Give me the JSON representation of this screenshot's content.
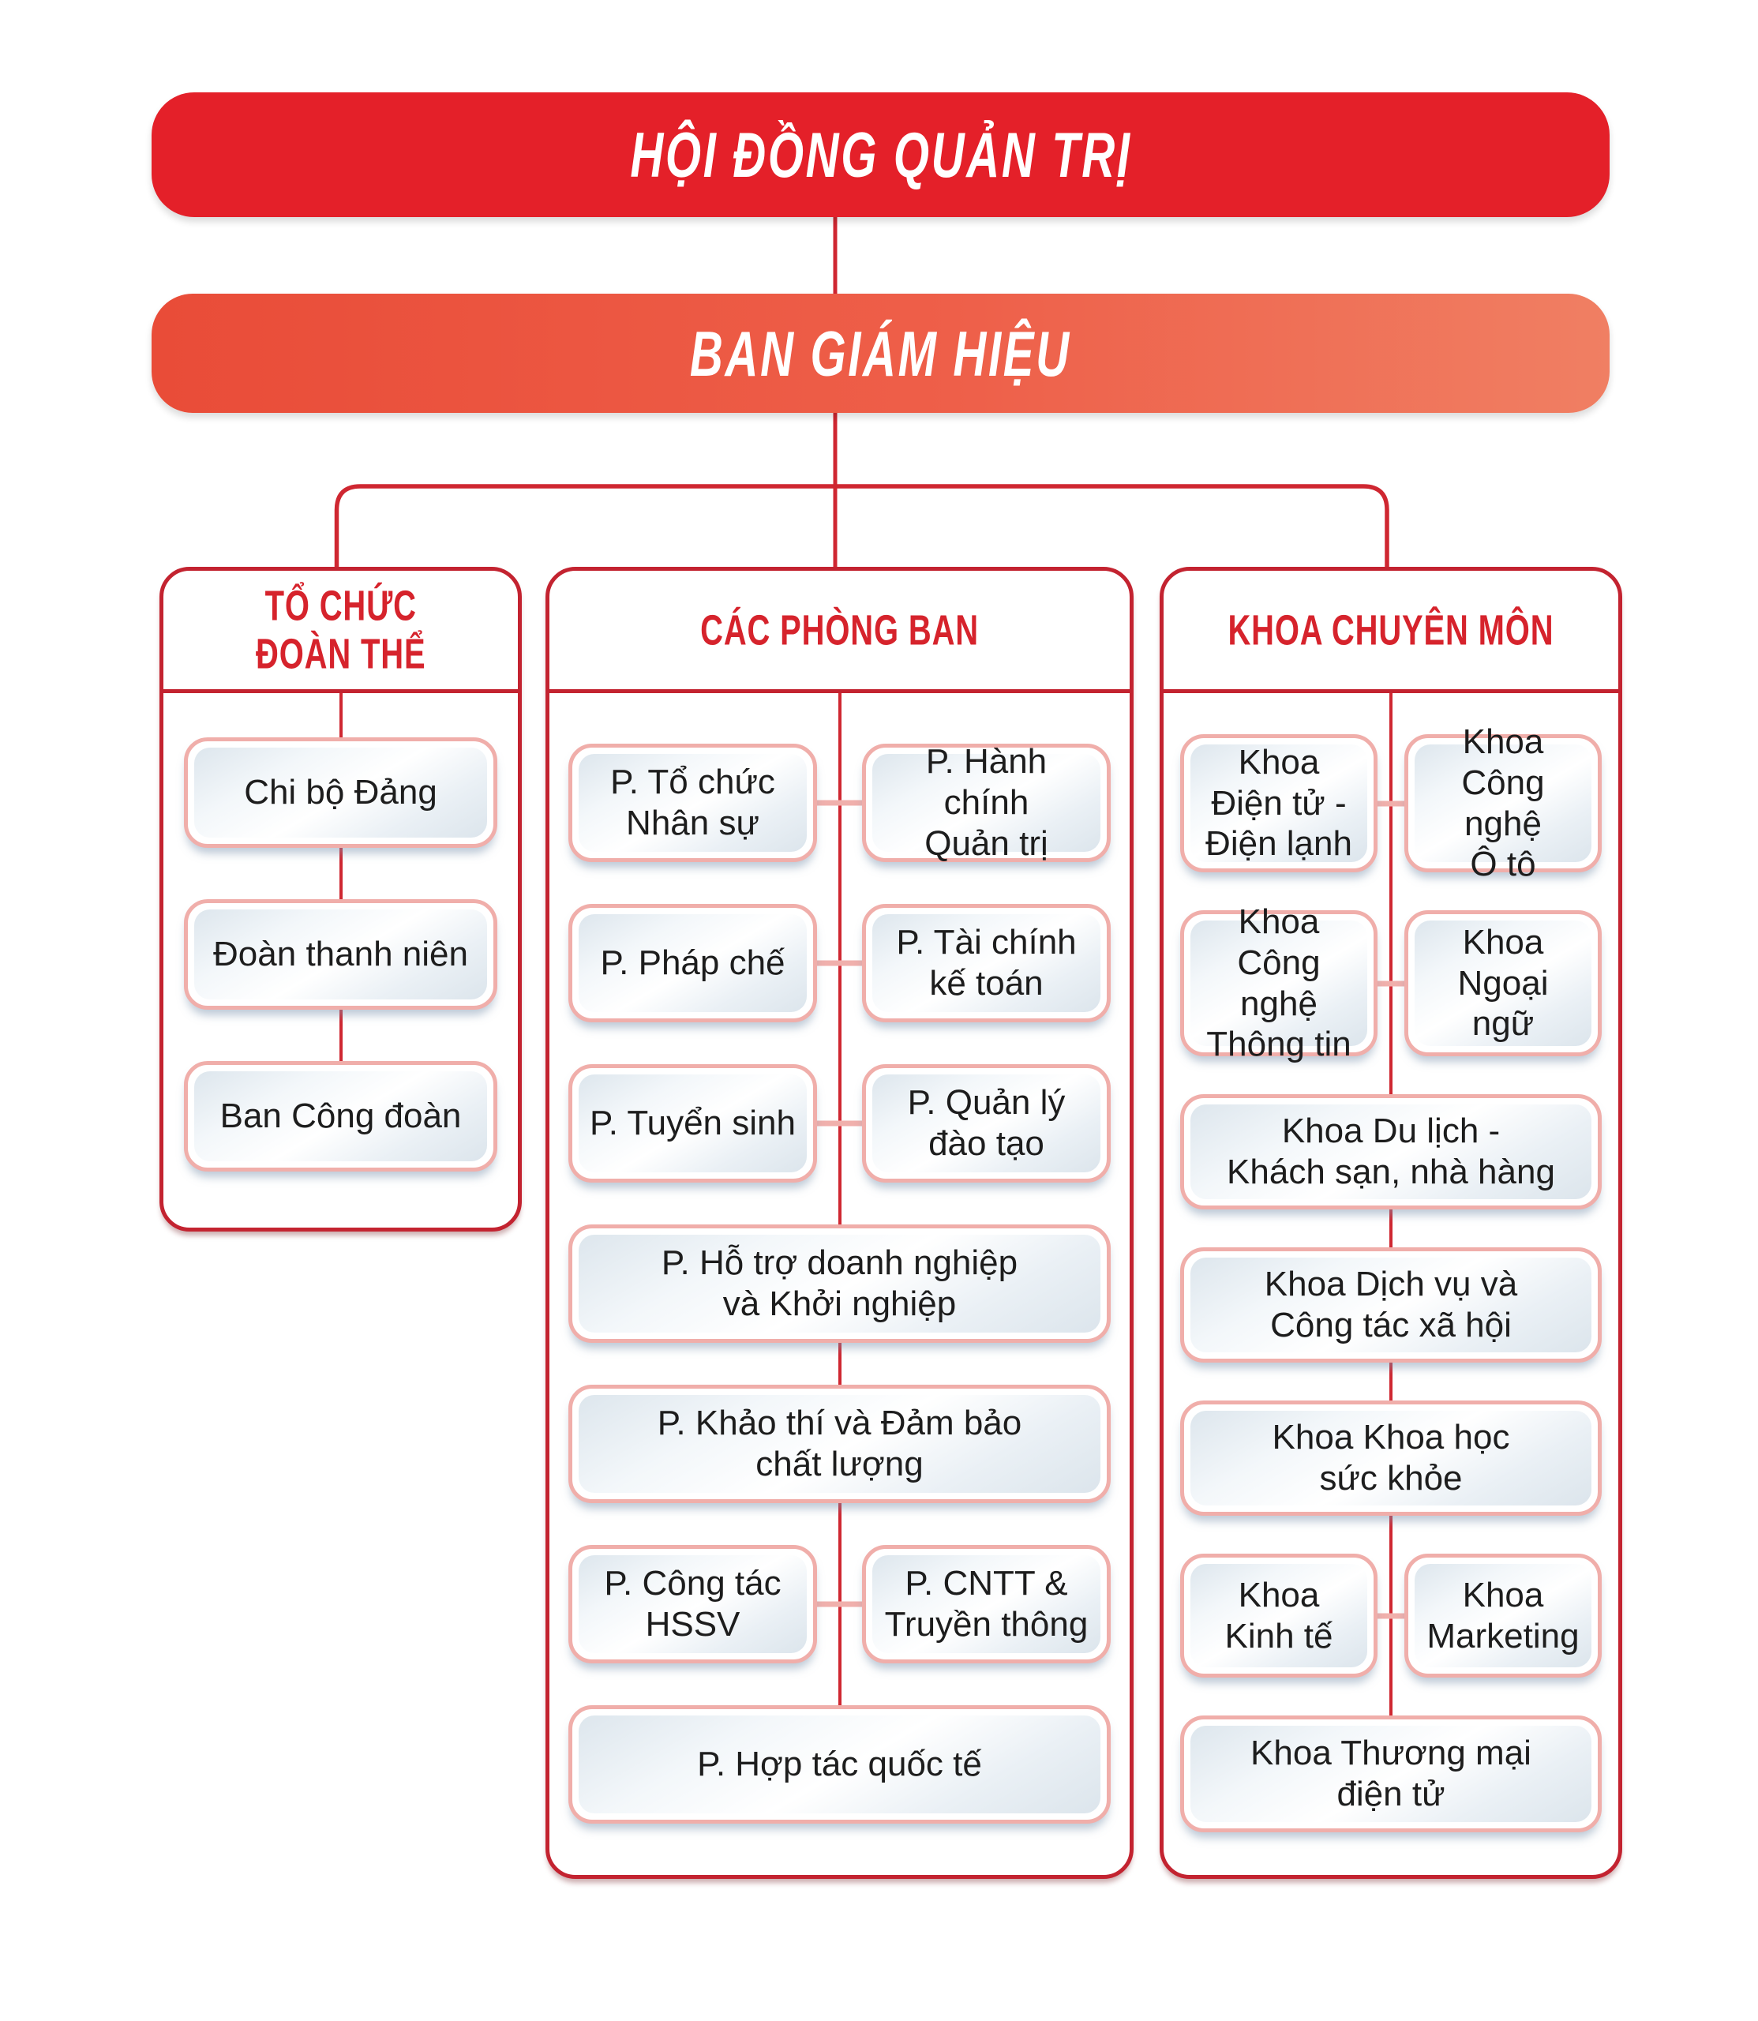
{
  "banners": {
    "board": "HỘI ĐỒNG QUẢN TRỊ",
    "principals": "BAN GIÁM HIỆU"
  },
  "colors": {
    "banner_board_bg": "#e42029",
    "banner_principals_bg_left": "#e94c38",
    "banner_principals_bg_right": "#f07f63",
    "banner_text": "#ffffff",
    "column_border": "#c32330",
    "column_header_text": "#d6232c",
    "connector_line": "#cf2731",
    "connector_stub": "#f0b0ac",
    "node_border": "#f0aeaa",
    "node_fill_light": "#ffffff",
    "node_fill_shade": "#dde6ed",
    "node_text": "#1d1d1d",
    "page_bg": "#ffffff"
  },
  "columns": [
    {
      "header": "TỔ CHỨC\nĐOÀN THỂ",
      "items": [
        {
          "label": "Chi bộ Đảng"
        },
        {
          "label": "Đoàn thanh niên"
        },
        {
          "label": "Ban Công đoàn"
        }
      ]
    },
    {
      "header": "CÁC PHÒNG BAN",
      "items": [
        {
          "label": "P. Tổ chức\nNhân sự"
        },
        {
          "label": "P. Hành chính\nQuản trị"
        },
        {
          "label": "P. Pháp chế"
        },
        {
          "label": "P. Tài chính\nkế toán"
        },
        {
          "label": "P. Tuyển sinh"
        },
        {
          "label": "P. Quản lý\nđào tạo"
        },
        {
          "label": "P. Hỗ trợ doanh nghiệp\nvà Khởi nghiệp"
        },
        {
          "label": "P. Khảo thí và Đảm bảo\nchất lượng"
        },
        {
          "label": "P. Công tác\nHSSV"
        },
        {
          "label": "P. CNTT &\nTruyền thông"
        },
        {
          "label": "P. Hợp tác quốc tế"
        }
      ]
    },
    {
      "header": "KHOA CHUYÊN MÔN",
      "items": [
        {
          "label": "Khoa\nĐiện tử -\nĐiện lạnh"
        },
        {
          "label": "Khoa\nCông nghệ\nÔ tô"
        },
        {
          "label": "Khoa\nCông nghệ\nThông tin"
        },
        {
          "label": "Khoa\nNgoại ngữ"
        },
        {
          "label": "Khoa Du lịch -\nKhách sạn, nhà hàng"
        },
        {
          "label": "Khoa Dịch vụ và\nCông tác xã hội"
        },
        {
          "label": "Khoa Khoa học\nsức khỏe"
        },
        {
          "label": "Khoa\nKinh tế"
        },
        {
          "label": "Khoa\nMarketing"
        },
        {
          "label": "Khoa Thương mại\nđiện tử"
        }
      ]
    }
  ]
}
